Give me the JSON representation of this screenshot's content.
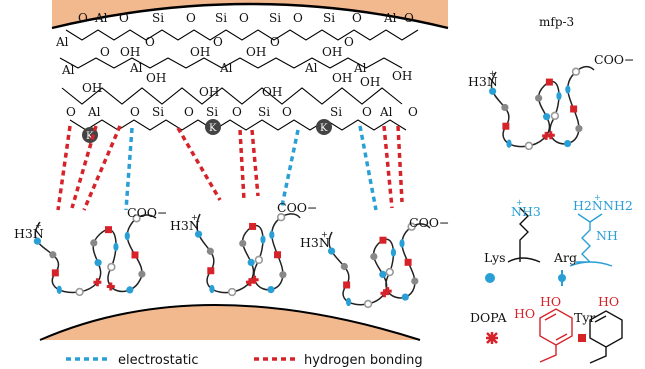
{
  "title": "mfp-3",
  "mineral": {
    "row1": [
      "O",
      "Al",
      "O",
      "Si",
      "O",
      "Si",
      "O",
      "Si",
      "O",
      "Si",
      "O",
      "Al",
      "O"
    ],
    "row2": [
      "Al",
      "O",
      "OH",
      "O",
      "OH",
      "O",
      "OH",
      "O",
      "OH",
      "O"
    ],
    "row3": [
      "Al",
      "OH",
      "OH",
      "Al",
      "OH",
      "Al",
      "OH",
      "Al",
      "OH",
      "Al",
      "OH",
      "OH"
    ],
    "row4": [
      "O",
      "Al",
      "O",
      "Si",
      "O",
      "Si",
      "O",
      "Si",
      "O",
      "Si",
      "O",
      "Al",
      "O"
    ],
    "cation": "K"
  },
  "chain": {
    "n_terminus": "H3N",
    "n_charge": "+",
    "c_terminus": "COO−"
  },
  "residues": {
    "lys": {
      "label": "Lys",
      "group": "NH3",
      "charge": "+"
    },
    "arg": {
      "label": "Arg",
      "group_top": "H2N",
      "group_right": "NH2",
      "group_nh": "NH",
      "charge": "+"
    },
    "dopa": {
      "label": "DOPA",
      "ho1": "HO",
      "ho2": "HO"
    },
    "tyr": {
      "label": "Tyr",
      "ho": "HO"
    }
  },
  "legend": {
    "electrostatic": "electrostatic",
    "hydrogen_bonding": "hydrogen bonding"
  },
  "colors": {
    "electrostatic": "#2a9fd6",
    "hydrogen": "#d6232a",
    "surface": "#f2b98f",
    "chain": "#888888",
    "cation": "#444444"
  }
}
